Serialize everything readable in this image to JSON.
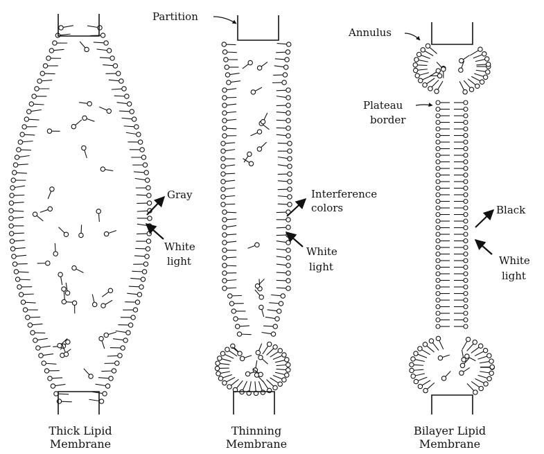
{
  "panels": [
    {
      "id": "thick",
      "caption_line1": "Thick Lipid",
      "caption_line2": "Membrane",
      "out_label_line1": "Gray",
      "out_label_line2": "",
      "in_label_line1": "White",
      "in_label_line2": "light"
    },
    {
      "id": "thinning",
      "caption_line1": "Thinning",
      "caption_line2": "Membrane",
      "out_label_line1": "Interference",
      "out_label_line2": "colors",
      "in_label_line1": "White",
      "in_label_line2": "light",
      "top_label": "Partition"
    },
    {
      "id": "bilayer",
      "caption_line1": "Bilayer Lipid",
      "caption_line2": "Membrane",
      "out_label_line1": "Black",
      "out_label_line2": "",
      "in_label_line1": "White",
      "in_label_line2": "light",
      "top_label": "Annulus",
      "side_label_line1": "Plateau",
      "side_label_line2": "border"
    }
  ],
  "colors": {
    "ink": "#111111",
    "background": "#ffffff"
  }
}
